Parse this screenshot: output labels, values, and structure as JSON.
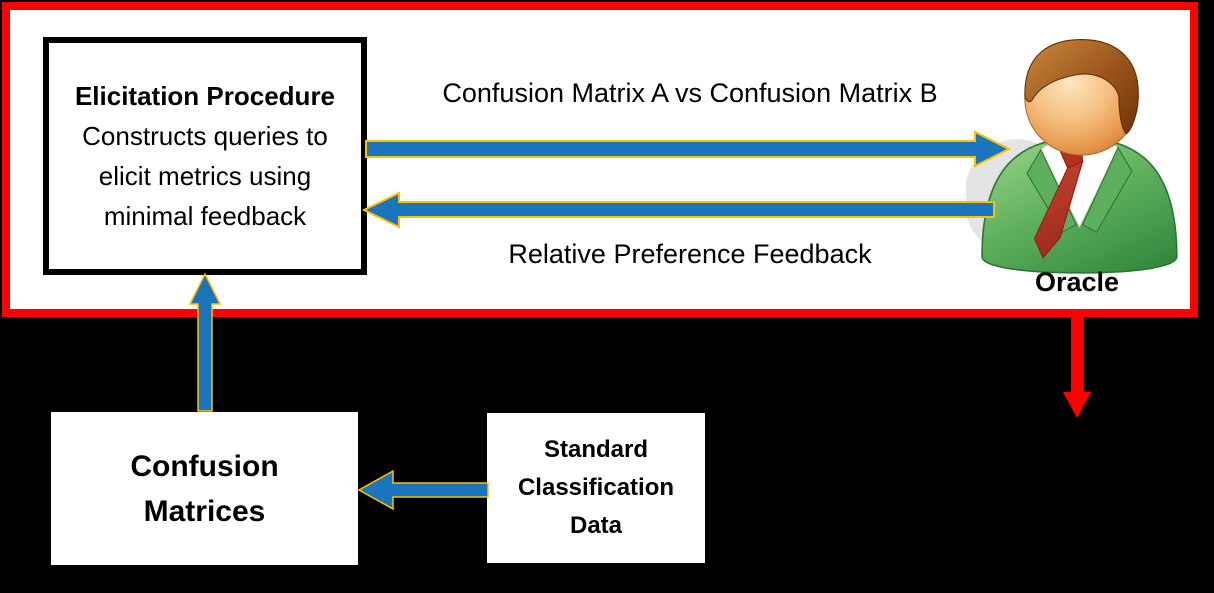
{
  "elicitation_box": {
    "title": "Elicitation Procedure",
    "body_lines": [
      "Constructs queries to",
      "elicit metrics using",
      "minimal feedback"
    ]
  },
  "arrows": {
    "query_label": "Confusion Matrix A vs Confusion Matrix B",
    "feedback_label": "Relative Preference Feedback"
  },
  "oracle": {
    "label": "Oracle",
    "icon": "oracle-person-icon"
  },
  "confusion_matrices_box": {
    "lines": [
      "Confusion",
      "Matrices"
    ]
  },
  "standard_data_box": {
    "lines": [
      "Standard",
      "Classification",
      "Data"
    ]
  },
  "colors": {
    "arrow_blue": "#1B75BC",
    "arrow_outline": "#FFC000",
    "red": "#FE0000",
    "background": "#000000",
    "box_white": "#FFFFFF"
  }
}
